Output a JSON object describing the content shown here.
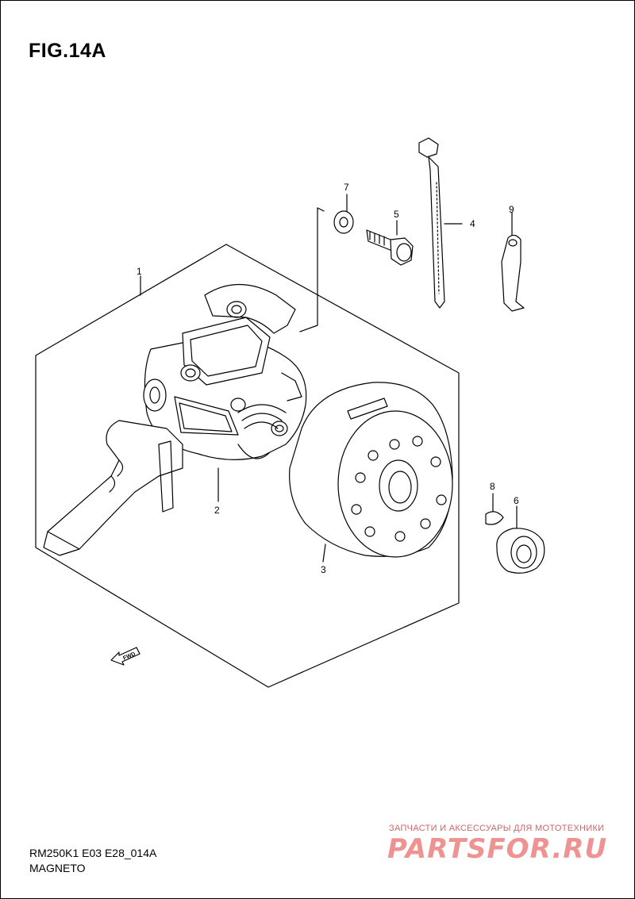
{
  "figure": {
    "title": "FIG.14A"
  },
  "footer": {
    "code": "RM250K1 E03 E28_014A",
    "section": "MAGNETO"
  },
  "callouts": [
    "1",
    "2",
    "3",
    "4",
    "5",
    "6",
    "7",
    "8",
    "9"
  ],
  "fwd_label": "FWD",
  "watermark": {
    "tagline": "ЗАПЧАСТИ И АКСЕССУАРЫ ДЛЯ МОТОТЕХНИКИ",
    "logo": "PARTSFOR.RU"
  }
}
